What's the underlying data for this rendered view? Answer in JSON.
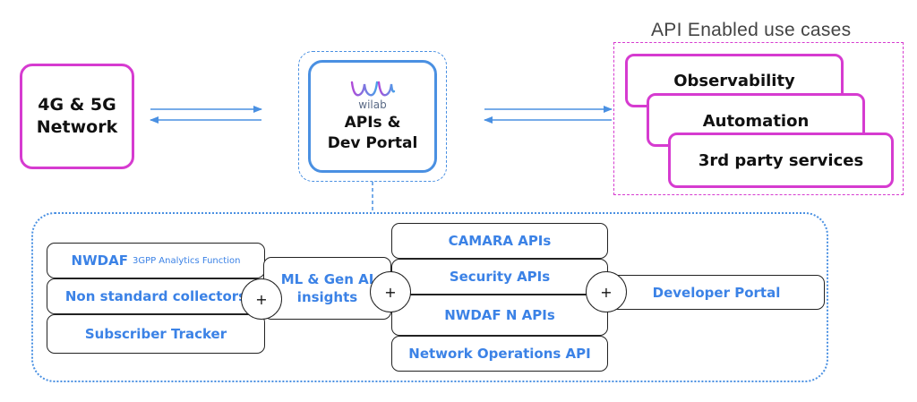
{
  "top": {
    "network": {
      "line1": "4G & 5G",
      "line2": "Network"
    },
    "portal": {
      "logo_text": "wilab",
      "line1": "APIs &",
      "line2": "Dev Portal"
    },
    "use_cases": {
      "caption": "API Enabled use cases",
      "items": [
        "Observability",
        "Automation",
        "3rd party services"
      ]
    }
  },
  "stack": {
    "collectors": {
      "nwdaf_main": "NWDAF",
      "nwdaf_sub": "3GPP Analytics Function",
      "non_standard": "Non standard collectors",
      "subscriber": "Subscriber Tracker"
    },
    "plus_symbol": "+",
    "ml": {
      "line1": "ML & Gen AI",
      "line2": "insights"
    },
    "apis": [
      "CAMARA APIs",
      "Security APIs",
      "NWDAF N APIs",
      "Network Operations API"
    ],
    "developer_portal": "Developer Portal"
  },
  "colors": {
    "magenta": "#d63bd0",
    "blue": "#4a90e2",
    "label_blue": "#3b82e6"
  }
}
